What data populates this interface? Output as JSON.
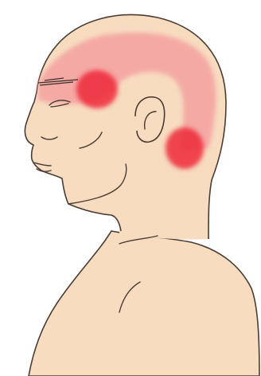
{
  "illustration": {
    "subject": "head-and-shoulders-profile-left-facing",
    "colors": {
      "background": "#ffffff",
      "skin": "#f7dcc0",
      "outline": "#4a3c34",
      "pain_light": "#f4a4a2",
      "pain_dark": "#ee2a3a",
      "hair_stroke": "#3b2f2a"
    },
    "pain_regions": [
      {
        "name": "head-band-region",
        "intensity": "light"
      },
      {
        "name": "forehead-region",
        "intensity": "strong"
      },
      {
        "name": "occipital-region",
        "intensity": "strong"
      }
    ]
  }
}
